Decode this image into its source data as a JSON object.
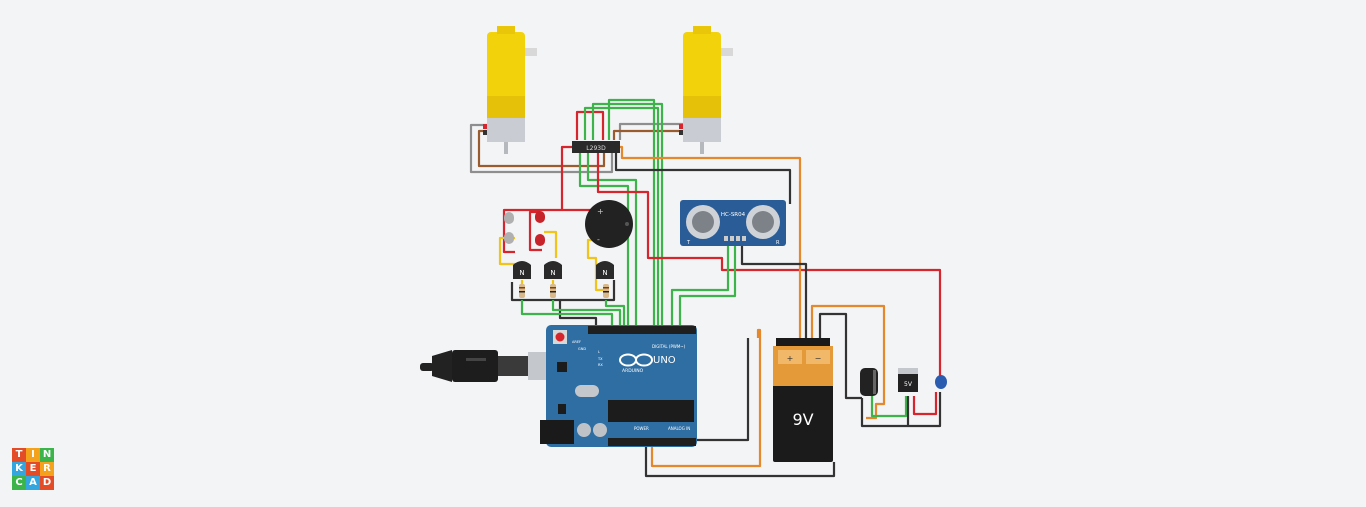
{
  "app": {
    "name": "Tinkercad"
  },
  "logo": {
    "letters": [
      "T",
      "I",
      "N",
      "K",
      "E",
      "R",
      "C",
      "A",
      "D"
    ],
    "colors": [
      "#e34c26",
      "#f4a21b",
      "#3bb54a",
      "#33a6df",
      "#e34c26",
      "#f4a21b",
      "#3bb54a",
      "#33a6df",
      "#e34c26"
    ]
  },
  "components": {
    "motor_left": {
      "kind": "dc-gear-motor"
    },
    "motor_right": {
      "kind": "dc-gear-motor"
    },
    "driver": {
      "label": "L293D"
    },
    "sonar": {
      "label": "HC-SR04",
      "pin_t": "T",
      "pin_r": "R"
    },
    "buzzer": {
      "plus": "+",
      "minus": "-"
    },
    "transistors": [
      {
        "label": "N"
      },
      {
        "label": "N"
      },
      {
        "label": "N"
      }
    ],
    "battery": {
      "label": "9V",
      "plus": "+",
      "minus": "−"
    },
    "regulator": {
      "label": "5V"
    },
    "arduino": {
      "brand": "UNO",
      "sub": "ARDUINO",
      "digital_label": "DIGITAL (PWM~)",
      "power_label": "POWER",
      "analog_label": "ANALOG IN",
      "aref": "AREF",
      "gnd": "GND",
      "tx": "TX",
      "rx": "RX",
      "l": "L"
    }
  },
  "colors": {
    "canvas": "#f3f4f6",
    "wire_red": "#d6252c",
    "wire_green": "#3cb44a",
    "wire_orange": "#e5872b",
    "wire_black": "#333333",
    "wire_gray": "#8e8e8e",
    "wire_brown": "#9a5b2e",
    "wire_yellow": "#f0c419",
    "arduino_blue": "#2f6ea3",
    "motor_yellow": "#f2d20a"
  }
}
